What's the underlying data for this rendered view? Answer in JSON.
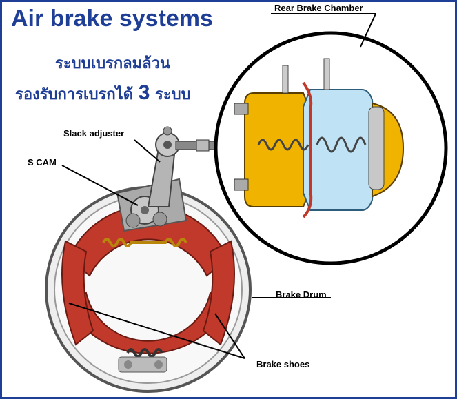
{
  "title": "Air brake systems",
  "subtitle_line1": "ระบบเบรกลมล้วน",
  "subtitle_line2_pre": "รองรับการเบรกได้",
  "subtitle_line2_num": "3",
  "subtitle_line2_post": "ระบบ",
  "labels": {
    "rear_chamber": "Rear Brake Chamber",
    "slack_adjuster": "Slack adjuster",
    "s_cam": "S CAM",
    "brake_drum": "Brake Drum",
    "brake_shoes": "Brake shoes"
  },
  "colors": {
    "accent": "#1f3f96",
    "shoe": "#c0392b",
    "chamber_front": "#f0b400",
    "chamber_rear": "#bfe3f5"
  }
}
